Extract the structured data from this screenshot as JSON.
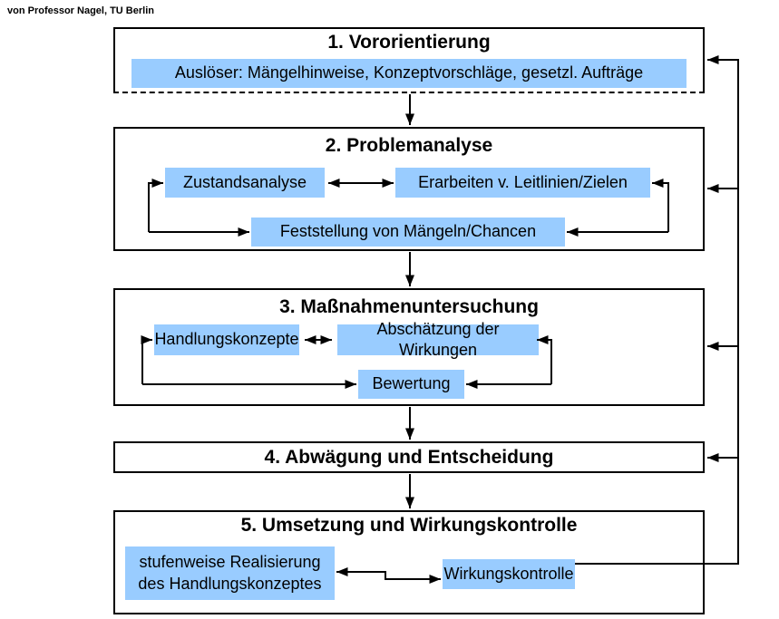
{
  "credit": "von Professor Nagel, TU Berlin",
  "colors": {
    "step_fill": "#99CCFF",
    "line": "#000000",
    "background": "#FFFFFF"
  },
  "diagram": {
    "type": "flowchart",
    "stages": [
      {
        "title": "1. Vororientierung",
        "steps": [
          "Auslöser: Mängelhinweise, Konzeptvorschläge, gesetzl. Aufträge"
        ]
      },
      {
        "title": "2. Problemanalyse",
        "steps": [
          "Zustandsanalyse",
          "Erarbeiten v. Leitlinien/Zielen",
          "Feststellung von Mängeln/Chancen"
        ]
      },
      {
        "title": "3. Maßnahmenuntersuchung",
        "steps": [
          "Handlungskonzepte",
          "Abschätzung der Wirkungen",
          "Bewertung"
        ]
      },
      {
        "title": "4. Abwägung und Entscheidung",
        "steps": []
      },
      {
        "title": "5. Umsetzung und Wirkungskontrolle",
        "steps": [
          "stufenweise Realisierung des Handlungskonzeptes",
          "Wirkungskontrolle"
        ]
      }
    ]
  }
}
